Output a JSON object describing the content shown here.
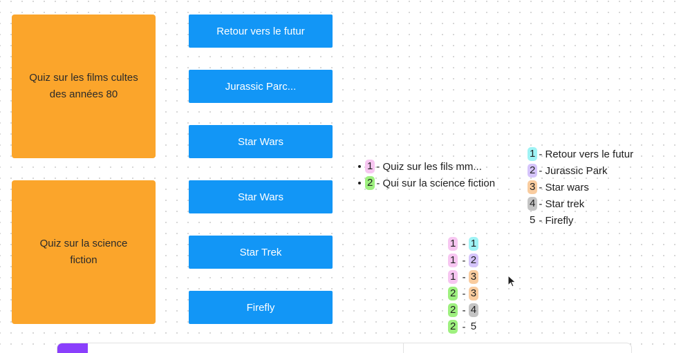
{
  "cards": [
    {
      "label": "Quiz sur les films cultes des années 80"
    },
    {
      "label": "Quiz sur la science fiction"
    }
  ],
  "buttons": [
    {
      "label": "Retour vers le futur"
    },
    {
      "label": "Jurassic Parc..."
    },
    {
      "label": "Star Wars"
    },
    {
      "label": "Star Wars"
    },
    {
      "label": "Star Trek"
    },
    {
      "label": "Firefly"
    }
  ],
  "quiz_list": [
    {
      "num": "1",
      "text": " - Quiz sur les fils mm..."
    },
    {
      "num": "2",
      "text": " - Qui sur la science fiction"
    }
  ],
  "movie_list": [
    {
      "num": "1",
      "text": " - Retour vers le futur"
    },
    {
      "num": "2",
      "text": " - Jurassic Park"
    },
    {
      "num": "3",
      "text": " - Star wars"
    },
    {
      "num": "4",
      "text": " - Star trek"
    },
    {
      "num": "5",
      "text": " - Firefly"
    }
  ],
  "pairs": [
    {
      "a": "1",
      "sep": " - ",
      "b": "1"
    },
    {
      "a": "1",
      "sep": " - ",
      "b": "2"
    },
    {
      "a": "1",
      "sep": " - ",
      "b": "3"
    },
    {
      "a": "2",
      "sep": " - ",
      "b": "3"
    },
    {
      "a": "2",
      "sep": " - ",
      "b": "4"
    },
    {
      "a": "2",
      "sep": " - ",
      "b": "5"
    }
  ],
  "colors": {
    "card": "#fba52b",
    "button": "#1296f6",
    "highlight_pink": "#f7c6f1",
    "highlight_green": "#9ef07f",
    "highlight_cyan": "#9ff3f5",
    "highlight_purple": "#d5c4fb",
    "highlight_orange": "#f9cc9f",
    "highlight_gray": "#c4c4c4",
    "toolbar_accent": "#8a3ffc"
  },
  "icons": {
    "cursor": "mouse-pointer-icon"
  }
}
